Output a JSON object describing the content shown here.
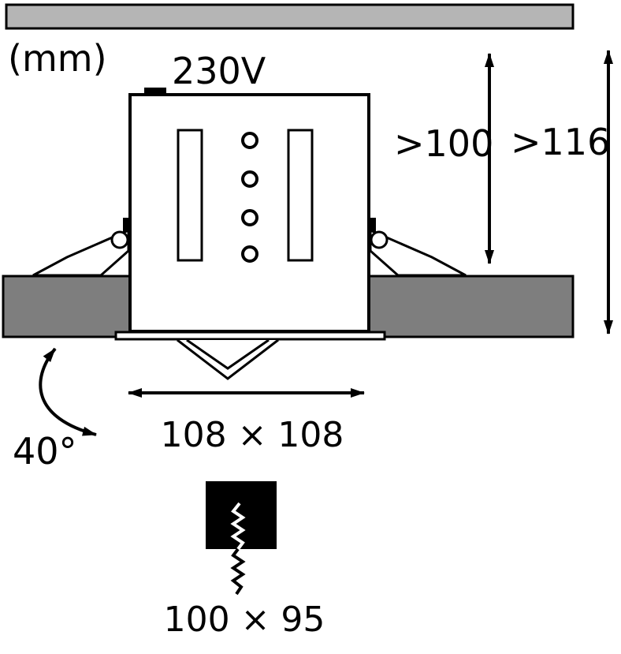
{
  "unit_label": "(mm)",
  "labels": {
    "voltage": "230V",
    "recess_depth_min": ">100",
    "total_depth_min": ">116",
    "housing_size": "108 × 108",
    "tilt_angle": "40°",
    "cutout_size": "100 × 95"
  },
  "colors": {
    "light_gray": "#b5b5b5",
    "dark_gray": "#7e7e7e",
    "black": "#000000",
    "white": "#ffffff"
  }
}
